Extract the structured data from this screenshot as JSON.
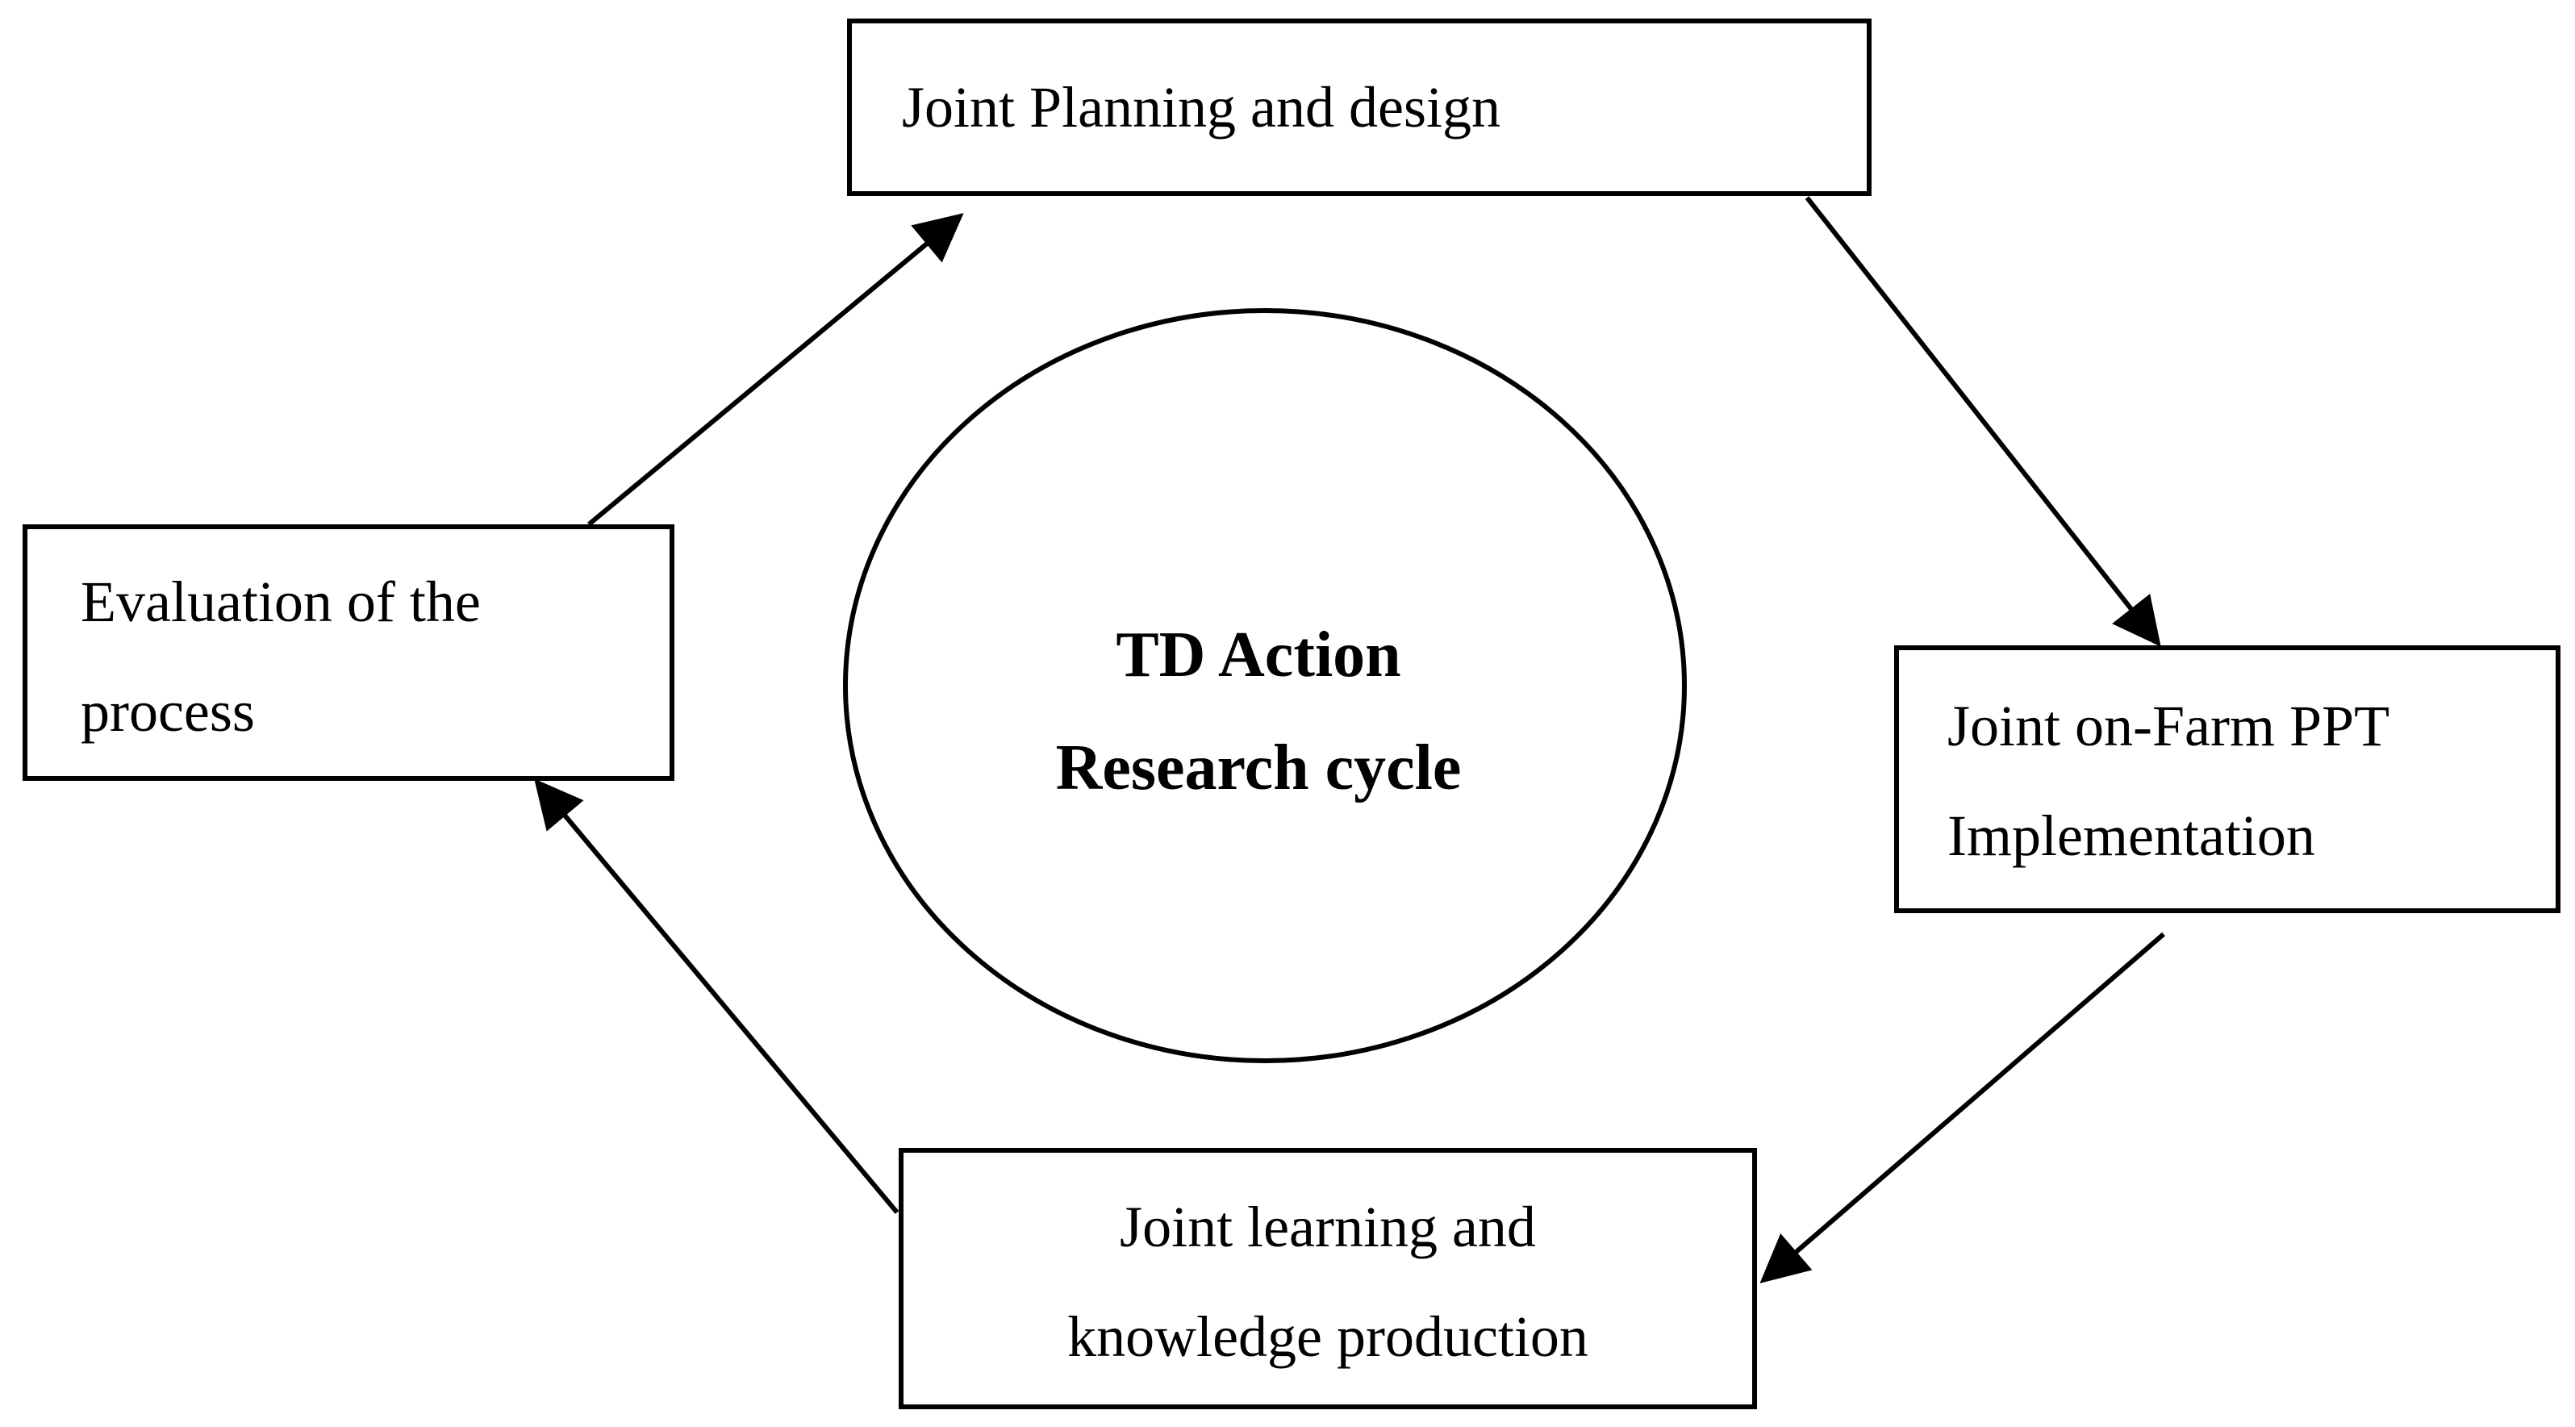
{
  "center": {
    "line1": "TD Action",
    "line2": "Research cycle"
  },
  "nodes": {
    "planning": {
      "line1": "Joint Planning and design"
    },
    "implementation": {
      "line1": "Joint on-Farm PPT",
      "line2": "Implementation"
    },
    "learning": {
      "line1": "Joint learning and",
      "line2": "knowledge production"
    },
    "evaluation": {
      "line1": "Evaluation of the",
      "line2": "process"
    }
  },
  "style": {
    "stroke_color": "#000000",
    "background_color": "#ffffff"
  }
}
